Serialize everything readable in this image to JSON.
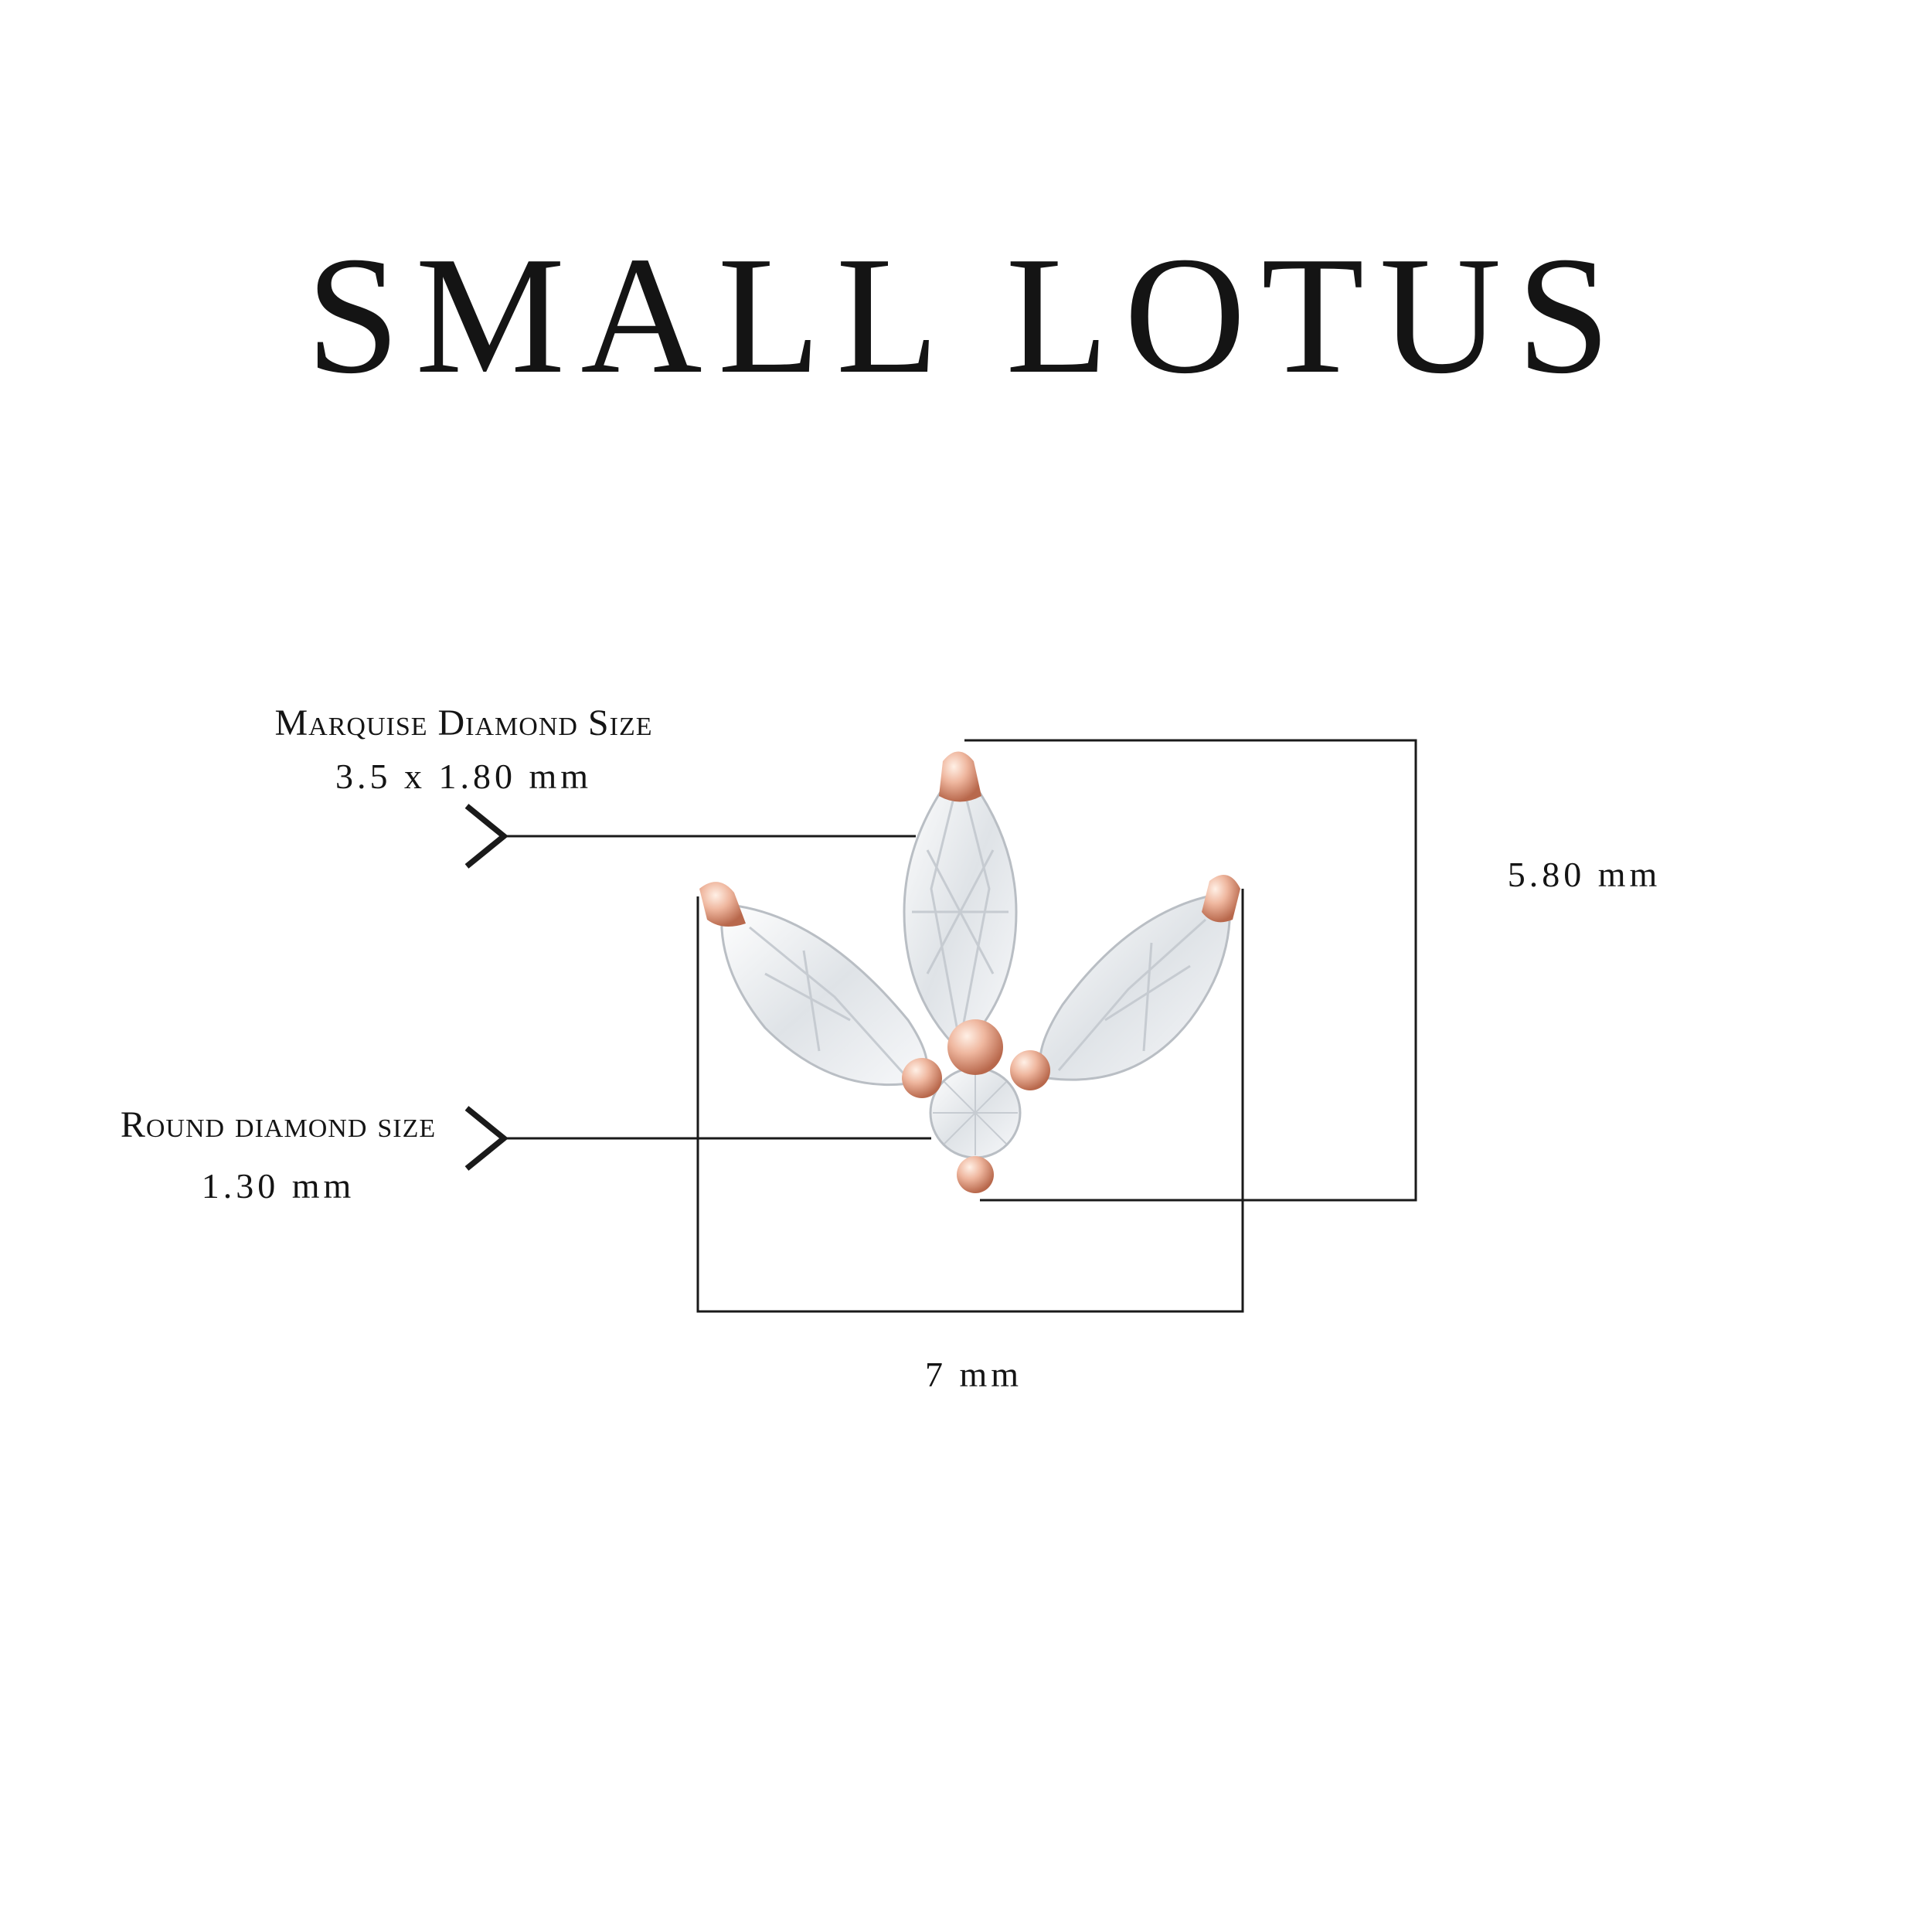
{
  "title": "SMALL LOTUS",
  "marquise": {
    "name": "Marquise Diamond Size",
    "size": "3.5 x 1.80 mm"
  },
  "round": {
    "name": "Round diamond size",
    "size": "1.30 mm"
  },
  "dimensions": {
    "height": "5.80 mm",
    "width": "7 mm"
  },
  "colors": {
    "background": "#ffffff",
    "text": "#141414",
    "metal": "#e8a48a",
    "stone": "#eef1f4"
  }
}
